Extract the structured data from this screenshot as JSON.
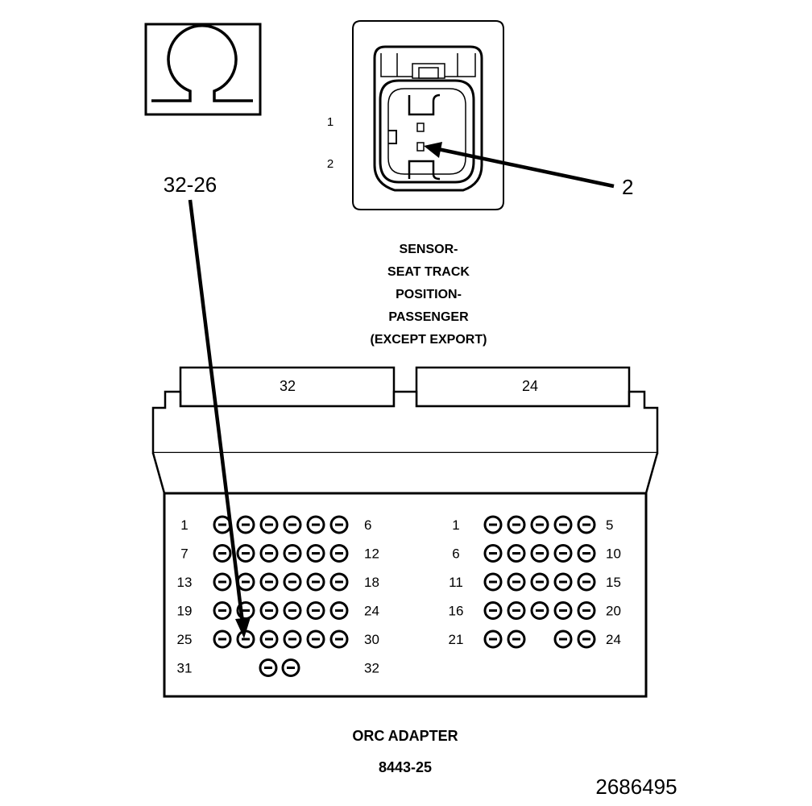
{
  "sensor": {
    "pin_labels": [
      "1",
      "2"
    ],
    "callout": "2",
    "title_lines": [
      "SENSOR-",
      "SEAT TRACK",
      "POSITION-",
      "PASSENGER",
      "(EXCEPT EXPORT)"
    ]
  },
  "adapter": {
    "callout": "32-26",
    "connectors": [
      {
        "name": "32",
        "rows": [
          {
            "left": "1",
            "right": "6",
            "pins": 6
          },
          {
            "left": "7",
            "right": "12",
            "pins": 6
          },
          {
            "left": "13",
            "right": "18",
            "pins": 6
          },
          {
            "left": "19",
            "right": "24",
            "pins": 6
          },
          {
            "left": "25",
            "right": "30",
            "pins": 6
          },
          {
            "left": "31",
            "right": "32",
            "pins": 2
          }
        ]
      },
      {
        "name": "24",
        "rows": [
          {
            "left": "1",
            "right": "5",
            "pins": 5
          },
          {
            "left": "6",
            "right": "10",
            "pins": 5
          },
          {
            "left": "11",
            "right": "15",
            "pins": 5
          },
          {
            "left": "16",
            "right": "20",
            "pins": 5
          },
          {
            "left": "21",
            "right": "24",
            "pins": 4
          }
        ]
      }
    ],
    "title": "ORC ADAPTER",
    "part_number": "8443-25"
  },
  "meter_symbol": "Ω",
  "figure_id": "2686495"
}
